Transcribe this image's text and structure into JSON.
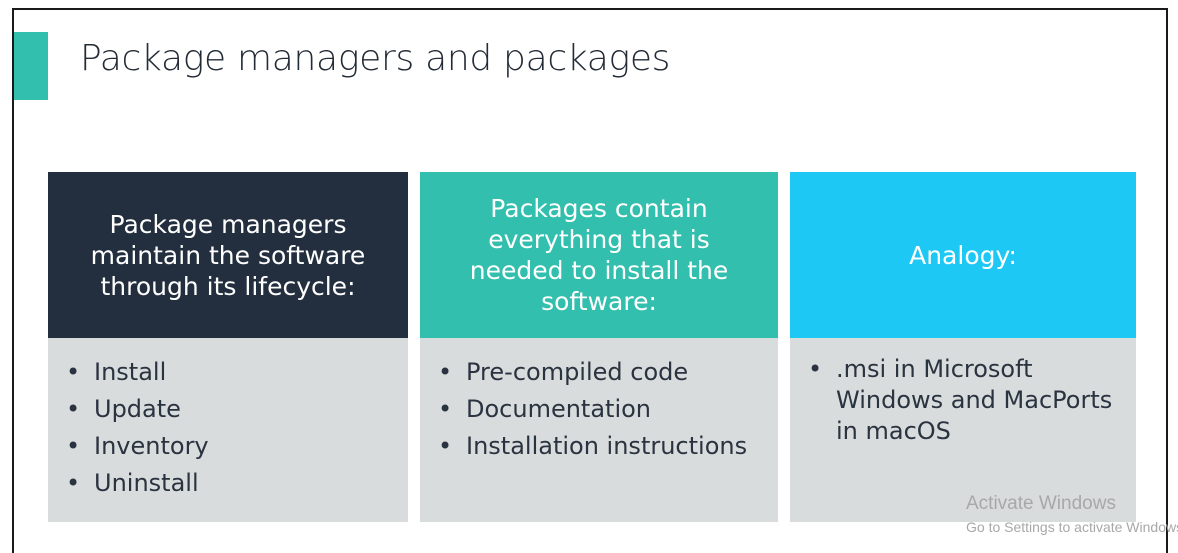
{
  "slide": {
    "title": "Package managers and packages",
    "accent_color": "#33bfad"
  },
  "columns": [
    {
      "header": "Package managers maintain the software through its lifecycle:",
      "header_color": "#232f3e",
      "items": [
        "Install",
        "Update",
        "Inventory",
        "Uninstall"
      ]
    },
    {
      "header": "Packages contain everything that is needed to install the software:",
      "header_color": "#33bfad",
      "items": [
        "Pre-compiled code",
        "Documentation",
        "Installation instructions"
      ]
    },
    {
      "header": "Analogy:",
      "header_color": "#1ec8f5",
      "items": [
        ".msi in Microsoft Windows and MacPorts in macOS"
      ]
    }
  ],
  "body_color": "#d9dcdc",
  "bullet_glyph": "•",
  "watermark": {
    "line1": "Activate Windows",
    "line2": "Go to Settings to activate Windows."
  }
}
